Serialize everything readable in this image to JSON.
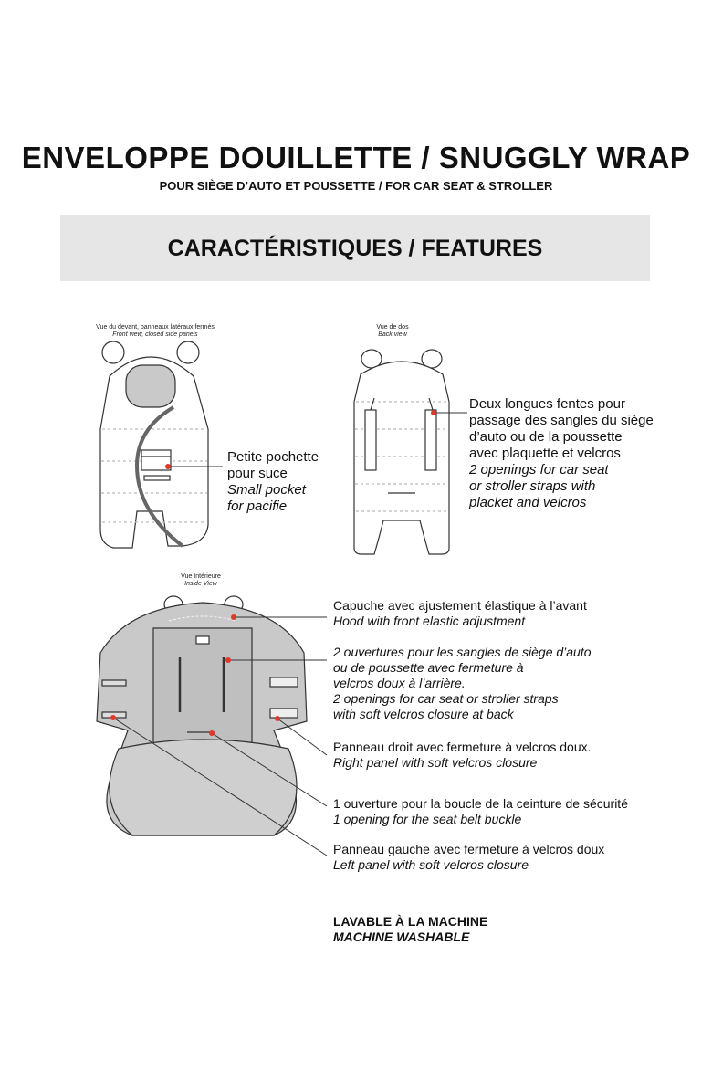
{
  "header": {
    "title": "ENVELOPPE DOUILLETTE / SNUGGLY WRAP",
    "subtitle": "POUR SIÈGE D’AUTO ET POUSSETTE / FOR CAR SEAT & STROLLER"
  },
  "features_band": {
    "label": "CARACTÉRISTIQUES / FEATURES"
  },
  "captions": {
    "front": {
      "fr": "Vue du devant, panneaux latéraux fermés",
      "en": "Front view, closed side panels"
    },
    "back": {
      "fr": "Vue de dos",
      "en": "Back view"
    },
    "inside": {
      "fr": "Vue Intérieure",
      "en": "Inside View"
    }
  },
  "callouts": {
    "pocket": [
      "Petite pochette",
      "pour suce",
      "Small pocket",
      "for pacifie"
    ],
    "slits": [
      "Deux longues fentes pour",
      "passage des sangles du siège",
      "d’auto ou de la poussette",
      "avec plaquette et velcros",
      "2 openings for car seat",
      "or stroller straps with",
      "placket and velcros"
    ],
    "hood": [
      "Capuche avec ajustement élastique à l’avant",
      "Hood with front elastic adjustment"
    ],
    "openings": [
      "2 ouvertures pour les sangles de siège d’auto",
      "ou de poussette avec fermeture à",
      "velcros doux à l’arrière.",
      "2 openings for car seat or stroller straps",
      "with soft velcros closure at back"
    ],
    "right_panel": [
      "Panneau droit avec fermeture à velcros doux.",
      "Right panel with soft velcros closure"
    ],
    "buckle": [
      "1 ouverture pour la boucle de la ceinture de sécurité",
      "1 opening for the seat belt buckle"
    ],
    "left_panel": [
      "Panneau gauche avec fermeture à velcros doux",
      "Left panel with soft velcros closure"
    ]
  },
  "footer": {
    "wash_fr": "LAVABLE À LA MACHINE",
    "wash_en": "MACHINE WASHABLE"
  },
  "colors": {
    "accent": "#e0382b",
    "band": "#e6e6e6",
    "fabric_grey": "#c9c9c9"
  }
}
